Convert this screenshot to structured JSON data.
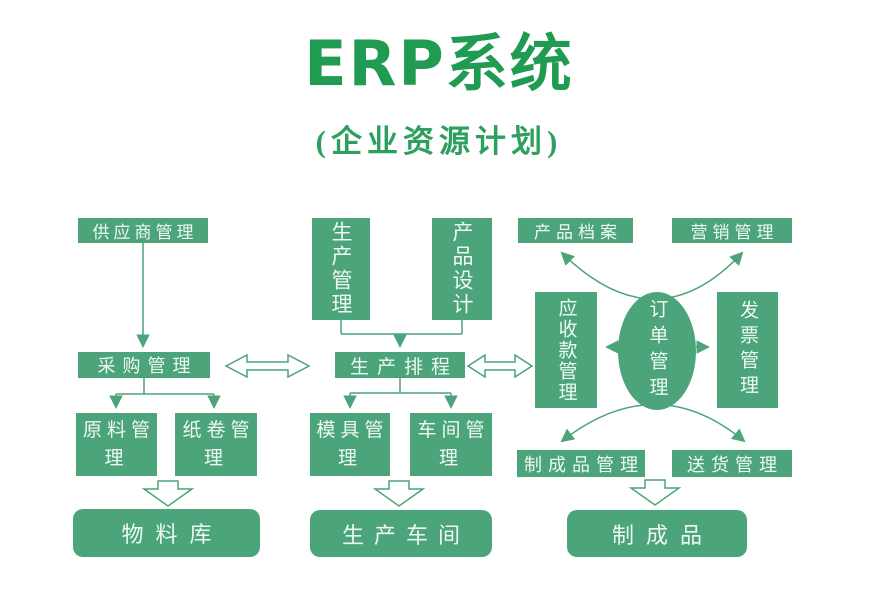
{
  "header": {
    "title": "ERP系统",
    "subtitle": "(企业资源计划)"
  },
  "colors": {
    "box_green": "#4ba47a",
    "title_green": "#1f9b52",
    "subtitle_green": "#2d9f5e",
    "box_text": "#eef9f2",
    "connector_green": "#4ba47a",
    "background": "#ffffff"
  },
  "nodes": {
    "supplier": "供应商管理",
    "purchasing": "采购管理",
    "raw_material": "原料管理",
    "paper_roll": "纸卷管理",
    "material_warehouse": "物料库",
    "production": "生产管理",
    "product_design": "产品设计",
    "scheduling": "生产排程",
    "mold": "模具管理",
    "workshop": "车间管理",
    "production_workshop": "生产车间",
    "product_archive": "产品档案",
    "marketing": "营销管理",
    "receivables": "应收款管理",
    "order": "订单管理",
    "invoice": "发票管理",
    "finished_goods_mgmt": "制成品管理",
    "delivery": "送货管理",
    "finished_goods": "制成品"
  }
}
